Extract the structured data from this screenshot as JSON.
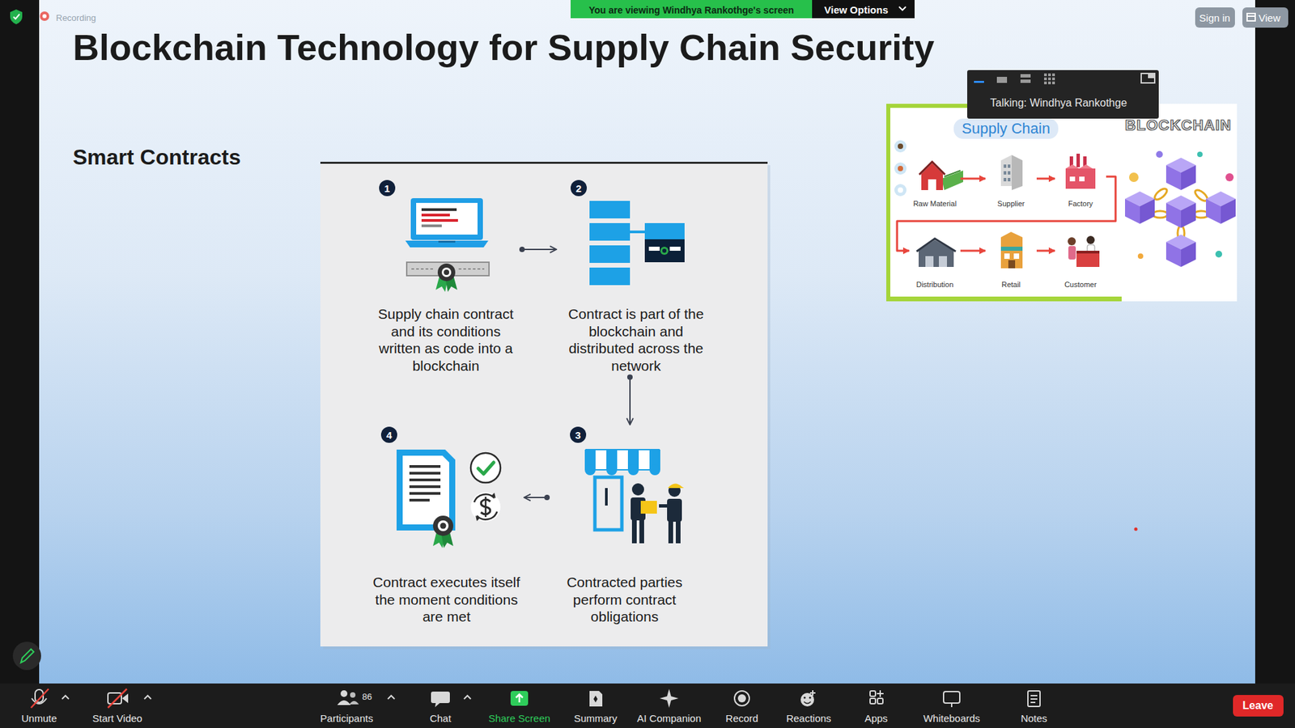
{
  "diagram": {
    "title": "Blockchain Technology for Supply Chain Security",
    "nodes": [
      {
        "text": [
          "Supply chain contract and its conditions written as code into a blockchain"
        ]
      },
      {
        "text": [
          "Contract is part of the blockchain and distributed across the network"
        ]
      },
      {
        "text": [
          "Contracted parties perform contract obligations"
        ]
      },
      {
        "text": [
          "Contract executes itself the moment conditions are met"
        ]
      },
      {
        "text": [
          "Supply Chain"
        ]
      },
      {
        "text": [
          "Raw Material"
        ],
        "in": 4
      },
      {
        "text": [
          "Supplier"
        ],
        "in": 4
      },
      {
        "text": [
          "Factory"
        ],
        "in": 4
      },
      {
        "text": [
          "Distribution"
        ],
        "in": 4
      },
      {
        "text": [
          "Retail"
        ],
        "in": 4
      },
      {
        "text": [
          "Customer"
        ],
        "in": 4
      }
    ],
    "edges": [
      {
        "from": 0,
        "to": 1,
        "arrow": "to"
      },
      {
        "from": 1,
        "to": 2,
        "arrow": "to"
      },
      {
        "from": 2,
        "to": 3,
        "arrow": "to"
      },
      {
        "from": 5,
        "to": 6,
        "arrow": "to"
      },
      {
        "from": 6,
        "to": 7,
        "arrow": "to"
      },
      {
        "from": 7,
        "to": 8,
        "arrow": "to"
      },
      {
        "from": 8,
        "to": 9,
        "arrow": "to"
      },
      {
        "from": 9,
        "to": 10,
        "arrow": "to"
      }
    ],
    "labels": [
      "Recording",
      "You are viewing Windhya Rankothge's screen",
      "View Options",
      "Sign in",
      "View",
      "Talking: Windhya Rankothge",
      "Smart Contracts",
      "1",
      "2",
      "3",
      "4",
      "BLOCKCHAIN",
      "Unmute",
      "Start Video",
      "86",
      "Participants",
      "Chat",
      "Share Screen",
      "Summary",
      "AI Companion",
      "Record",
      "Reactions",
      "Apps",
      "Whiteboards",
      "Notes",
      "Leave"
    ]
  }
}
